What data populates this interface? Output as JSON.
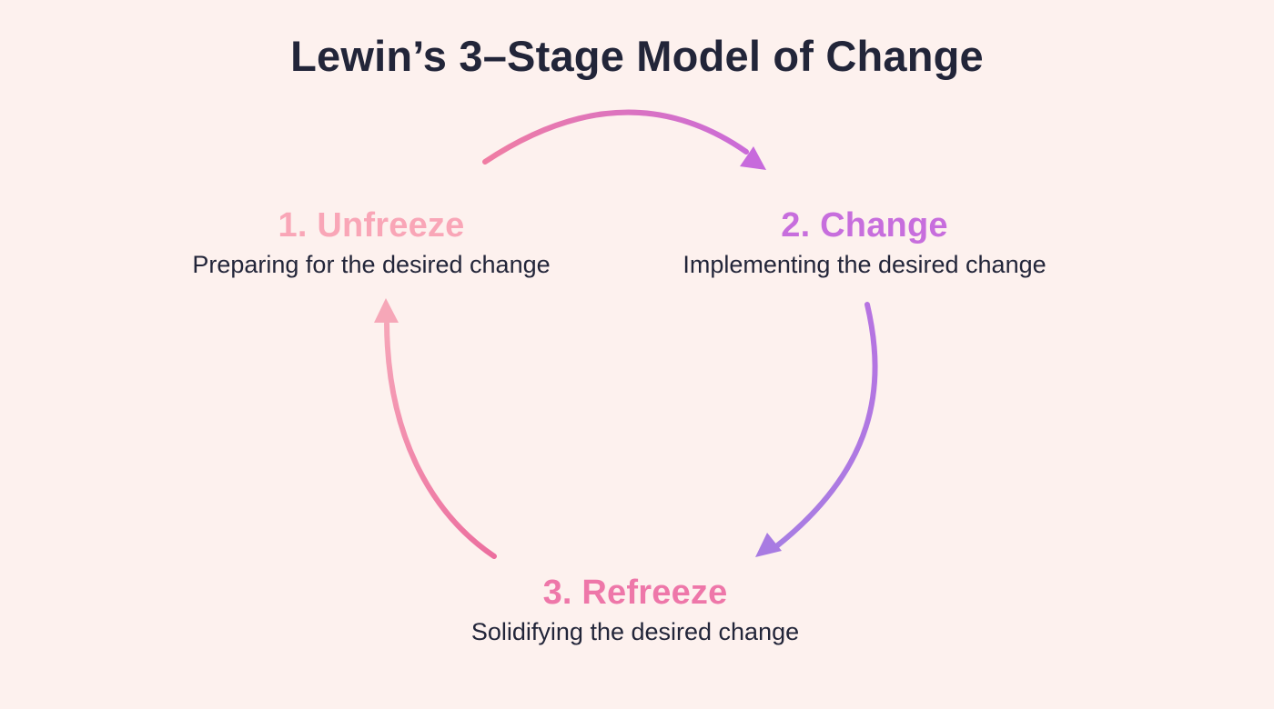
{
  "page": {
    "background_color": "#fdf1ee",
    "text_color": "#222539",
    "title": "Lewin’s 3–Stage Model of Change"
  },
  "stages": [
    {
      "label": "1. Unfreeze",
      "description": "Preparing for the desired change",
      "accent_color": "#f9a6b7"
    },
    {
      "label": "2. Change",
      "description": "Implementing the desired change",
      "accent_color": "#c76edd"
    },
    {
      "label": "3. Refreeze",
      "description": "Solidifying the desired change",
      "accent_color": "#ee77a9"
    }
  ],
  "arrows": [
    {
      "name": "unfreeze-to-change",
      "color_from": "#f07da3",
      "color_to": "#c76adc",
      "head_color": "#c76adc"
    },
    {
      "name": "change-to-refreeze",
      "color_from": "#b673e1",
      "color_to": "#a77ee3",
      "head_color": "#a87be2"
    },
    {
      "name": "refreeze-to-unfreeze",
      "color_from": "#ec6f9f",
      "color_to": "#f7a9ba",
      "head_color": "#f6a7b8"
    }
  ]
}
